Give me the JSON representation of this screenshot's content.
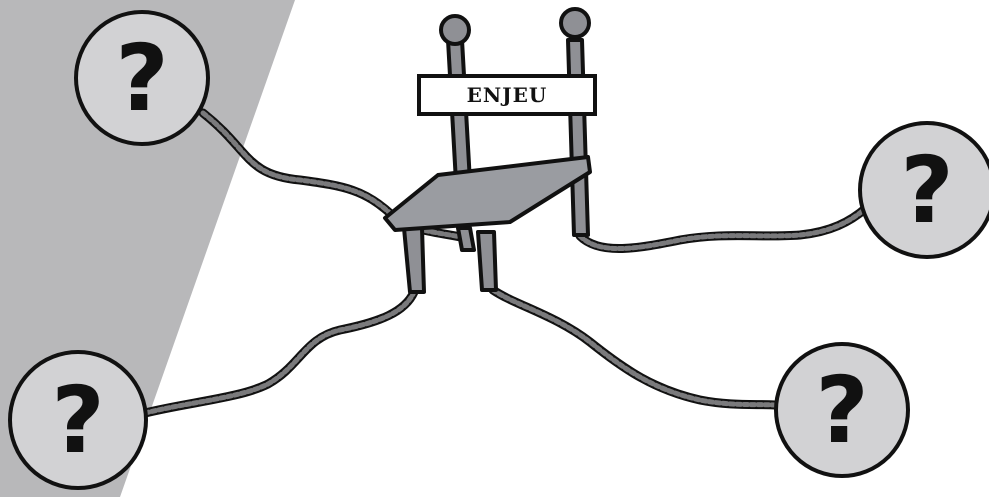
{
  "sign": {
    "label": "ENJEU"
  },
  "question_marks": [
    {
      "id": "top-left",
      "glyph": "?"
    },
    {
      "id": "bottom-left",
      "glyph": "?"
    },
    {
      "id": "right",
      "glyph": "?"
    },
    {
      "id": "bottom-right",
      "glyph": "?"
    }
  ],
  "colors": {
    "background_panel": "#b8b8ba",
    "circle_fill": "#d2d2d4",
    "chair_metal": "#8f9095",
    "chair_seat": "#9a9ca1",
    "rope": "#6e6e70",
    "outline": "#111111"
  }
}
